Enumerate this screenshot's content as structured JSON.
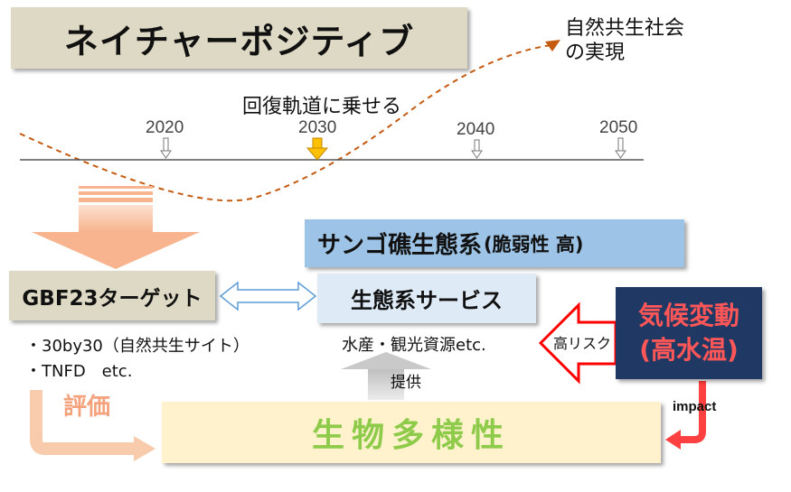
{
  "title": "ネイチャーポジティブ",
  "goal": {
    "line1": "自然共生社会",
    "line2": "の実現"
  },
  "track_label": "回復軌道に乗せる",
  "timeline": {
    "years": [
      "2020",
      "2030",
      "2040",
      "2050"
    ]
  },
  "coral": {
    "main": "サンゴ礁生態系",
    "sub": "(脆弱性 高)"
  },
  "gbf": {
    "label": "GBF23ターゲット",
    "bullets": [
      "・30by30（自然共生サイト）",
      "・TNFD　etc."
    ]
  },
  "eco_services": {
    "label": "生態系サービス",
    "examples": "水産・観光資源etc."
  },
  "climate": {
    "line1": "気候変動",
    "line2": "(高水温)"
  },
  "risk_label": "高リスク",
  "evaluation_label": "評価",
  "provide_label": "提供",
  "biodiversity_label": "生物多様性",
  "impact_label": "impact",
  "colors": {
    "title_bg": "#ddd9c4",
    "coral_bg": "#9dc3e6",
    "eco_bg": "#deebf7",
    "climate_bg": "#1f3864",
    "climate_text": "#ff5757",
    "bio_bg": "#fff2cc",
    "bio_text": "#8fcb4a",
    "curve": "#c55a11",
    "arrow_highlight": "#ffc000"
  }
}
